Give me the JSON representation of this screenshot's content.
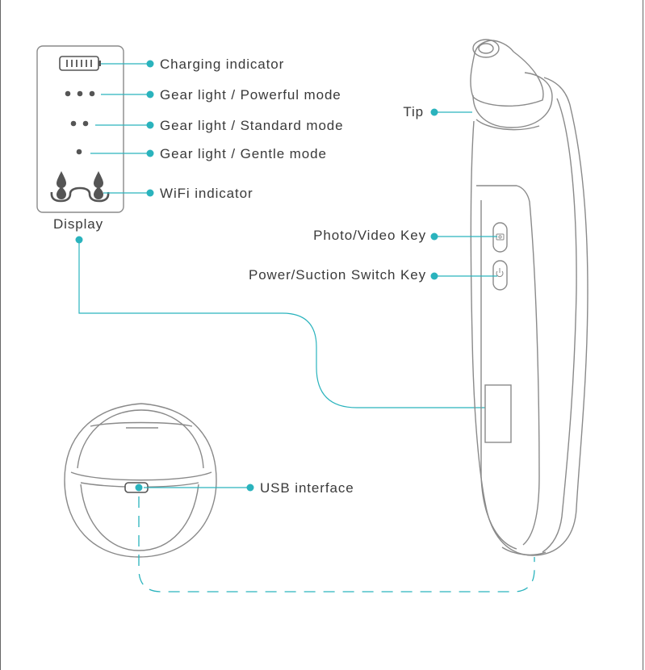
{
  "diagram": {
    "accent_color": "#2ab3bd",
    "outline_color": "#8a8a8a",
    "display_panel": {
      "title": "Display",
      "indicators": [
        {
          "icon": "battery-icon",
          "label": "Charging indicator"
        },
        {
          "icon": "three-dots-icon",
          "label": "Gear light / Powerful mode"
        },
        {
          "icon": "two-dots-icon",
          "label": "Gear light / Standard mode"
        },
        {
          "icon": "one-dot-icon",
          "label": "Gear light / Gentle mode"
        },
        {
          "icon": "wifi-drops-icon",
          "label": "WiFi indicator"
        }
      ]
    },
    "device": {
      "tip_label": "Tip",
      "photo_video_key_label": "Photo/Video Key",
      "power_key_label": "Power/Suction Switch Key"
    },
    "bottom_view": {
      "usb_label": "USB interface"
    }
  }
}
